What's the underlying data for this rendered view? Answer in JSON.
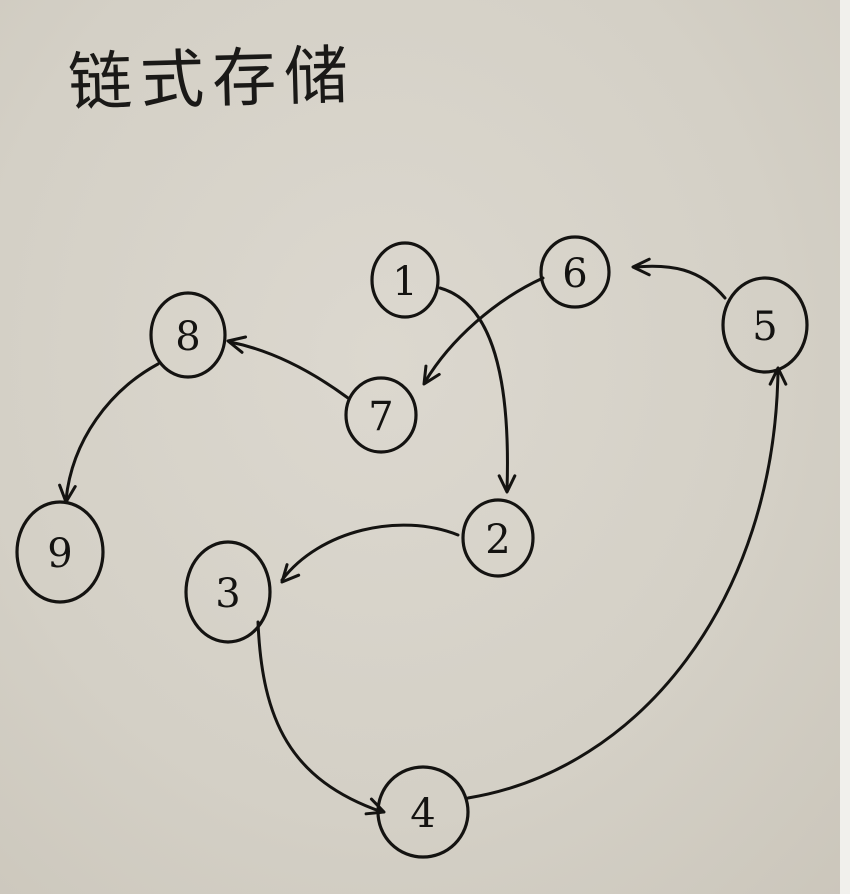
{
  "title": "链式存储",
  "nodes": [
    {
      "id": "1",
      "label": "1"
    },
    {
      "id": "2",
      "label": "2"
    },
    {
      "id": "3",
      "label": "3"
    },
    {
      "id": "4",
      "label": "4"
    },
    {
      "id": "5",
      "label": "5"
    },
    {
      "id": "6",
      "label": "6"
    },
    {
      "id": "7",
      "label": "7"
    },
    {
      "id": "8",
      "label": "8"
    },
    {
      "id": "9",
      "label": "9"
    }
  ],
  "edges": [
    {
      "from": "1",
      "to": "2"
    },
    {
      "from": "2",
      "to": "3"
    },
    {
      "from": "3",
      "to": "4"
    },
    {
      "from": "4",
      "to": "5"
    },
    {
      "from": "5",
      "to": "6"
    },
    {
      "from": "6",
      "to": "7"
    },
    {
      "from": "7",
      "to": "8"
    },
    {
      "from": "8",
      "to": "9"
    }
  ],
  "colors": {
    "ink": "#141311",
    "paper": "#d9d5cc"
  }
}
